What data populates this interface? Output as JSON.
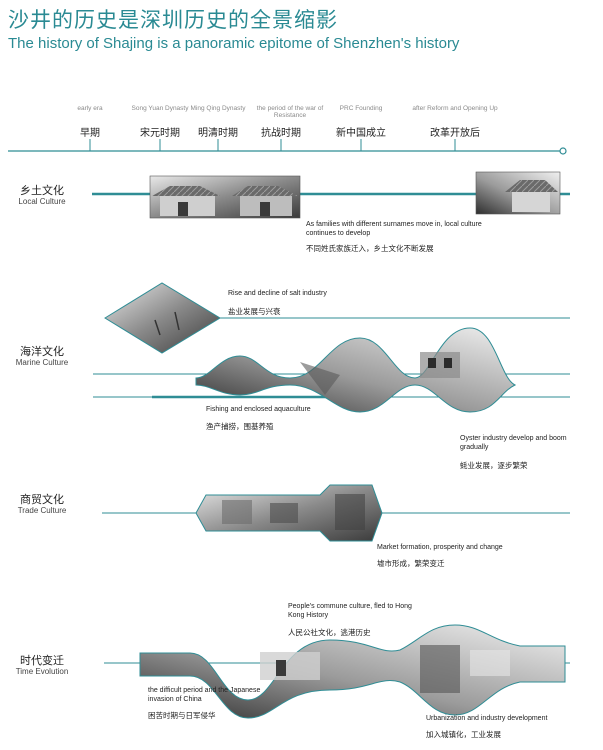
{
  "title": {
    "cn": "沙井的历史是深圳历史的全景缩影",
    "en": "The history of Shajing is a panoramic epitome of Shenzhen's history"
  },
  "timeline": {
    "eras": [
      {
        "en": "early era",
        "cn": "早期"
      },
      {
        "en": "Song Yuan Dynasty",
        "cn": "宋元时期"
      },
      {
        "en": "Ming Qing Dynasty",
        "cn": "明清时期"
      },
      {
        "en": "the period of the war of Resistance",
        "cn": "抗战时期"
      },
      {
        "en": "PRC Founding",
        "cn": "新中国成立"
      },
      {
        "en": "after Reform and Opening Up",
        "cn": "改革开放后"
      }
    ]
  },
  "sections": {
    "local": {
      "cn": "乡土文化",
      "en": "Local Culture",
      "notes": [
        {
          "en": "As families with different surnames move in, local culture continues to develop",
          "cn": "不同姓氏家族迁入，乡土文化不断发展"
        }
      ]
    },
    "marine": {
      "cn": "海洋文化",
      "en": "Marine Culture",
      "notes": [
        {
          "en": "Rise and decline of salt industry",
          "cn": "盐业发展与兴衰"
        },
        {
          "en": "Fishing and enclosed aquaculture",
          "cn": "渔产捕捞，围基养殖"
        },
        {
          "en": "Oyster industry develop and boom gradually",
          "cn": "蚝业发展，逐步繁荣"
        }
      ]
    },
    "trade": {
      "cn": "商贸文化",
      "en": "Trade Culture",
      "notes": [
        {
          "en": "Market formation, prosperity and change",
          "cn": "墟市形成，繁荣变迁"
        }
      ]
    },
    "time": {
      "cn": "时代变迁",
      "en": "Time Evolution",
      "notes": [
        {
          "en": "People's commune culture, fled to Hong Kong History",
          "cn": "人民公社文化，逃港历史"
        },
        {
          "en": "the difficult period and the Japanese invasion of China",
          "cn": "困苦时期与日军侵华"
        },
        {
          "en": "Urbanization and industry development",
          "cn": "加入城镇化，工业发展"
        }
      ]
    }
  },
  "colors": {
    "accent": "#2a8a93",
    "line": "#2f8d95"
  }
}
